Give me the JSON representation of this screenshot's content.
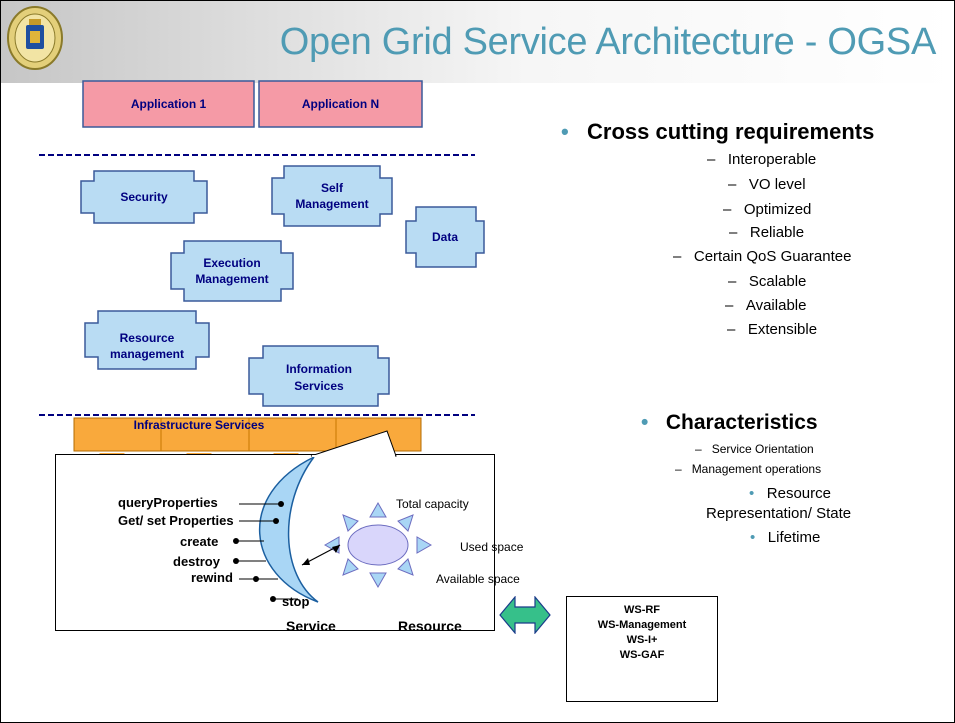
{
  "title": "Open Grid Service Architecture - OGSA",
  "apps": {
    "app1": "Application 1",
    "appN": "Application N"
  },
  "services": {
    "security": "Security",
    "self1": "Self",
    "self2": "Management",
    "data": "Data",
    "exec1": "Execution",
    "exec2": "Management",
    "res1": "Resource",
    "res2": "management",
    "info1": "Information",
    "info2": "Services"
  },
  "infrastructure": "Infrastructure Services",
  "panel": {
    "ops": [
      "queryProperties",
      "Get/ set Properties",
      "create",
      "destroy",
      "rewind",
      "stop"
    ],
    "total_capacity": "Total capacity",
    "used_space": "Used space",
    "available_space": "Available space",
    "service": "Service",
    "resource": "Resource"
  },
  "cross_cutting": {
    "heading": "Cross cutting requirements",
    "items": [
      "Interoperable",
      "VO level",
      "Optimized",
      "Reliable",
      "Certain QoS  Guarantee",
      "Scalable",
      "Available",
      "Extensible"
    ]
  },
  "characteristics": {
    "heading": "Characteristics",
    "dash_items": [
      "Service Orientation",
      "Management operations"
    ],
    "dot_items": [
      "Resource",
      "Representation/ State",
      "Lifetime"
    ]
  },
  "ws": [
    "WS-RF",
    "WS-Management",
    "WS-I+",
    "WS-GAF"
  ],
  "colors": {
    "title": "#4f9bb4",
    "app_box": "#f59aa6",
    "service_box": "#b9dcf3",
    "infra": "#f9a93c",
    "arrow": "#36c08a",
    "label": "#000080"
  }
}
